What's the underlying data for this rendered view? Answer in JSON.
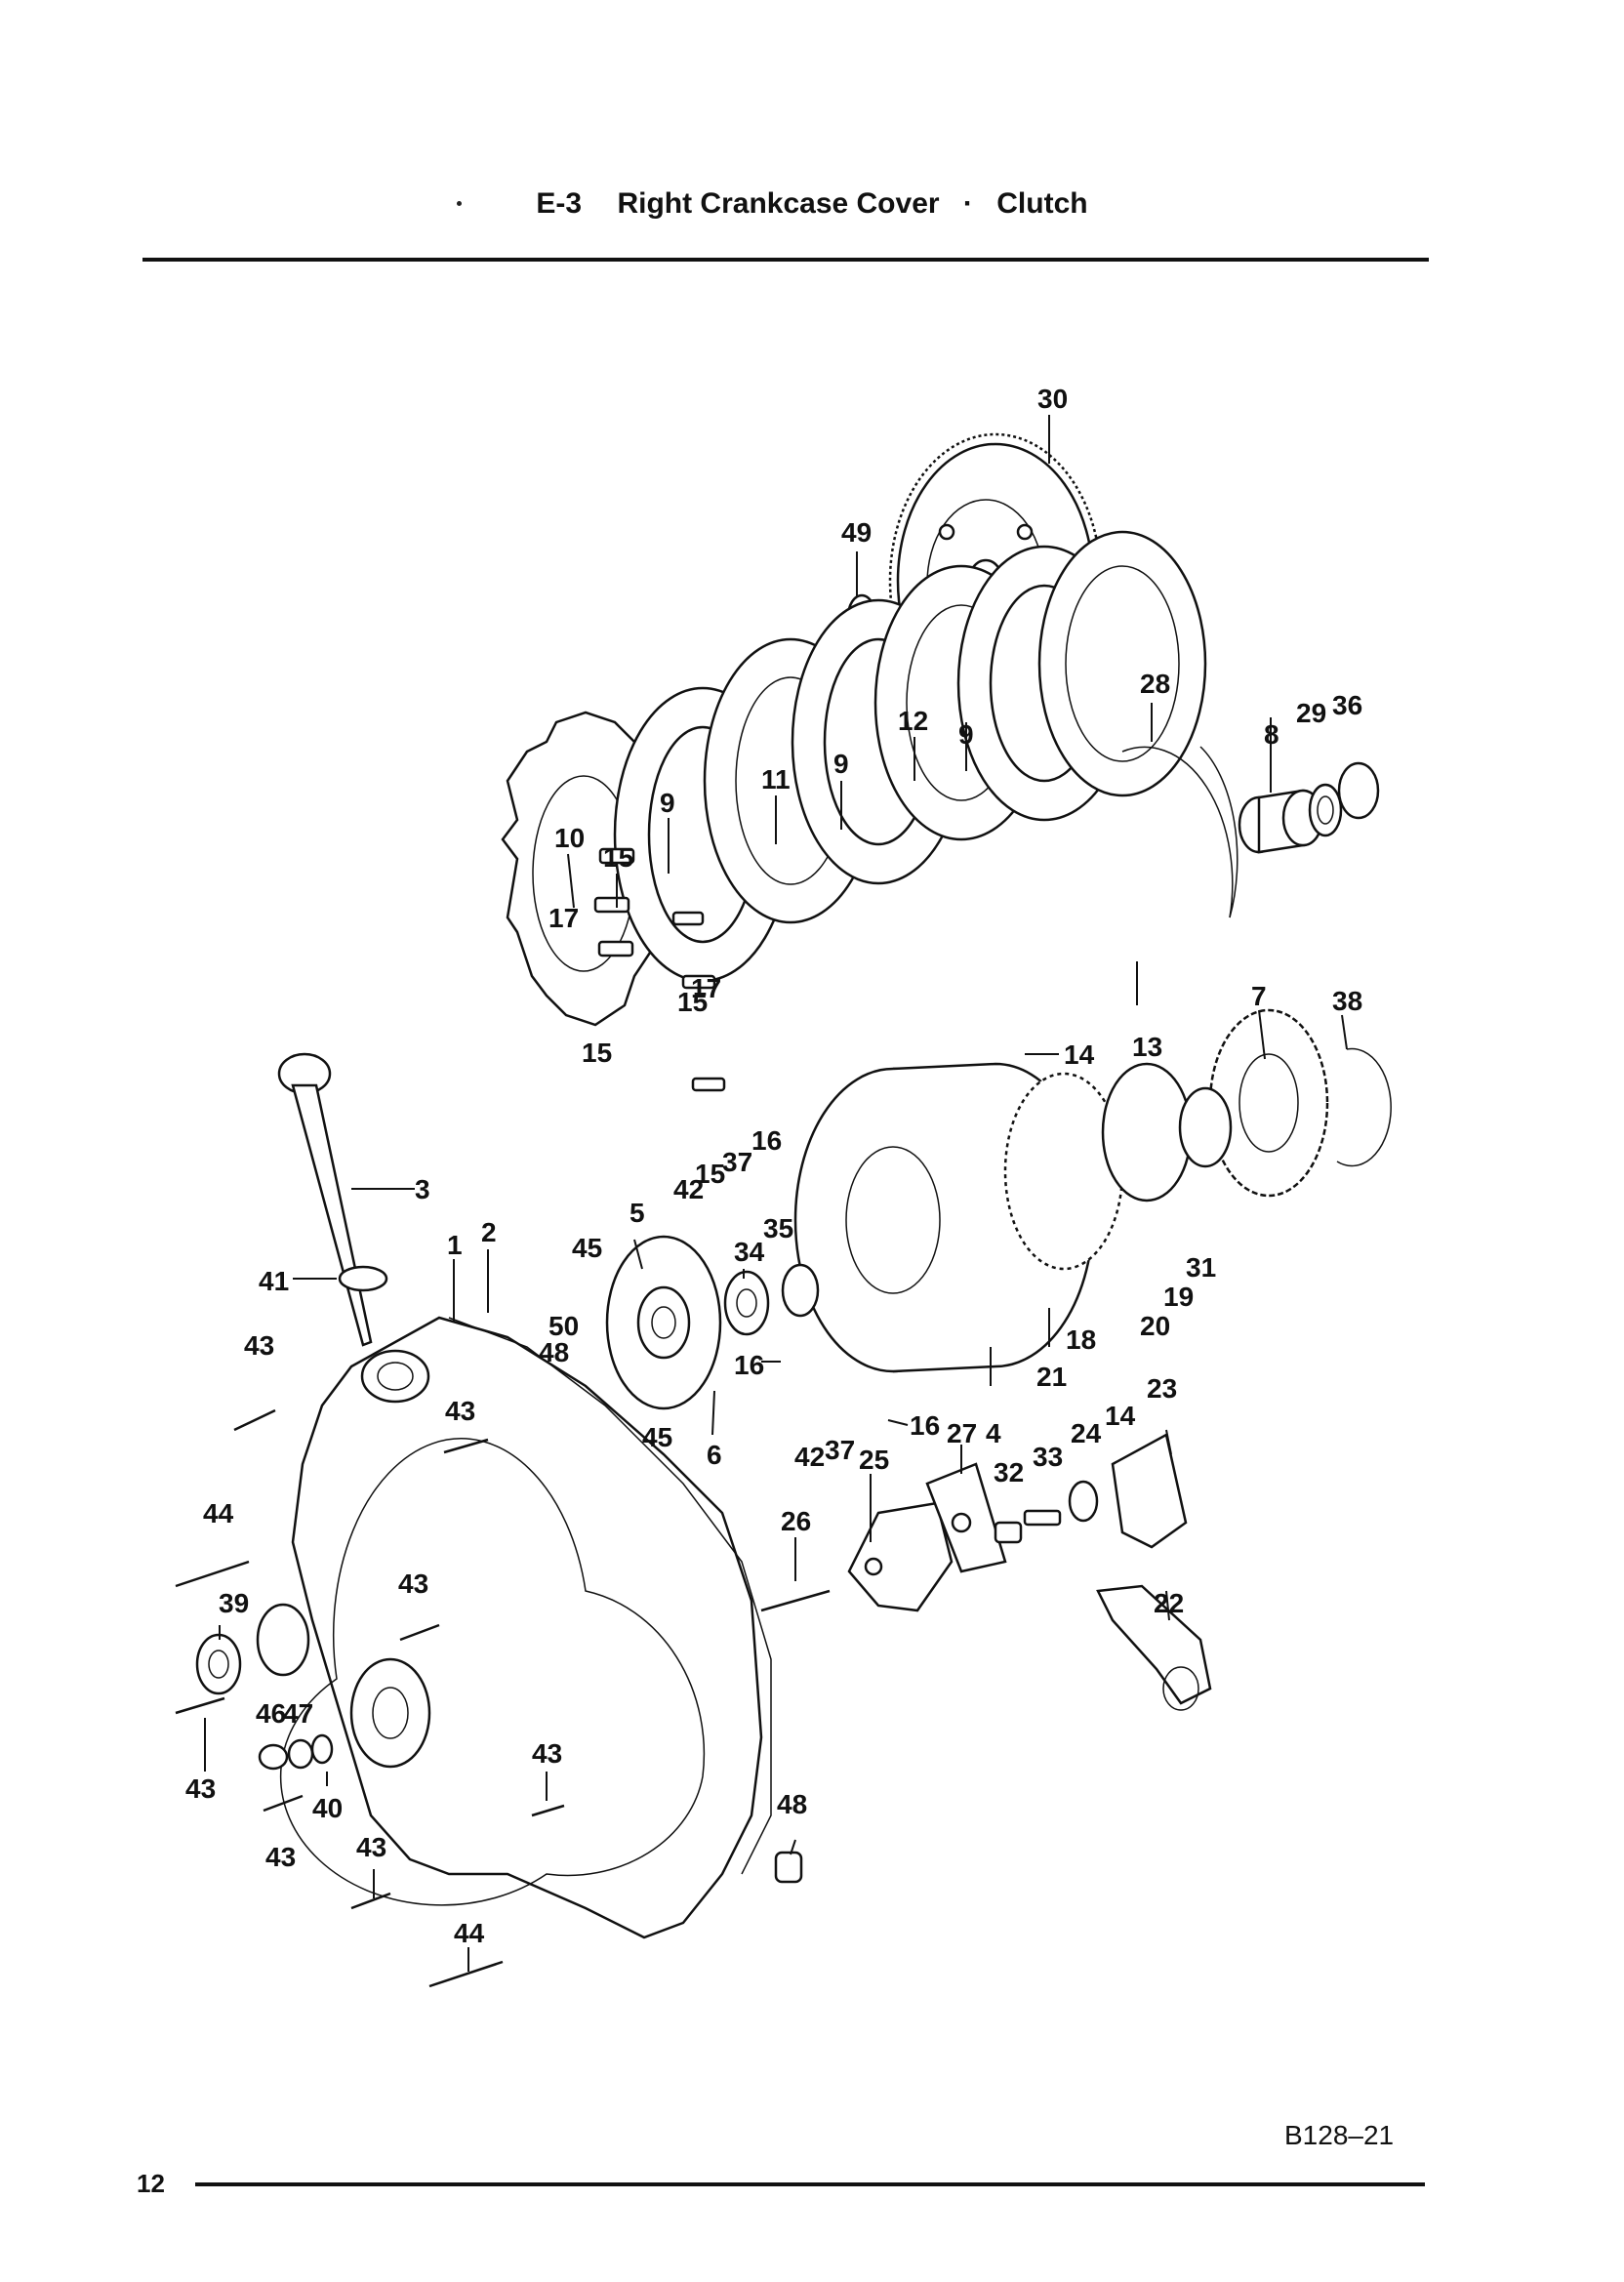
{
  "header": {
    "section": "E-3",
    "title_left": "Right Crankcase Cover",
    "separator": "·",
    "title_right": "Clutch"
  },
  "footer": {
    "page_number": "12",
    "figure_code": "B128–21"
  },
  "callouts": {
    "c30": "30",
    "c49": "49",
    "c28": "28",
    "c8": "8",
    "c29": "29",
    "c36": "36",
    "c12": "12",
    "c9a": "9",
    "c11": "11",
    "c9b": "9",
    "c10": "10",
    "c15a": "15",
    "c9c": "9",
    "c17a": "17",
    "c15b": "15",
    "c17b": "17",
    "c15c": "15",
    "c7": "7",
    "c38": "38",
    "c13": "13",
    "c14a": "14",
    "c16a": "16",
    "c37a": "37",
    "c15d": "15",
    "c42a": "42",
    "c3": "3",
    "c1": "1",
    "c2": "2",
    "c5": "5",
    "c45a": "45",
    "c34": "34",
    "c35": "35",
    "c41": "41",
    "c50": "50",
    "c48a": "48",
    "c16b": "16",
    "c43a": "43",
    "c43b": "43",
    "c45b": "45",
    "c6": "6",
    "c42b": "42",
    "c37b": "37",
    "c16c": "16",
    "c25": "25",
    "c27": "27",
    "c4": "4",
    "c21": "21",
    "c18": "18",
    "c14b": "14",
    "c20": "20",
    "c19": "19",
    "c31": "31",
    "c23": "23",
    "c24": "24",
    "c33": "33",
    "c32": "32",
    "c26": "26",
    "c44a": "44",
    "c39": "39",
    "c43c": "43",
    "c22": "22",
    "c46": "46",
    "c47": "47",
    "c43d": "43",
    "c40": "40",
    "c43e": "43",
    "c43f": "43",
    "c43g": "43",
    "c48b": "48",
    "c44b": "44"
  }
}
